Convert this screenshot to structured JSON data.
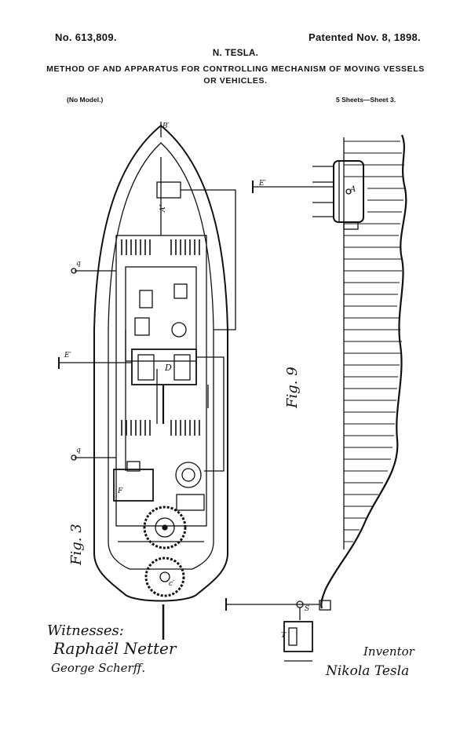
{
  "header": {
    "patent_number": "No. 613,809.",
    "patent_date": "Patented Nov. 8, 1898.",
    "inventor_name": "N. TESLA.",
    "title_line1": "METHOD OF AND APPARATUS FOR CONTROLLING MECHANISM OF MOVING VESSELS",
    "title_line2": "OR VEHICLES.",
    "model_note": "(No Model.)",
    "sheet_note": "5 Sheets—Sheet 3."
  },
  "figures": {
    "fig3_label": "Fig. 3",
    "fig9_label": "Fig. 9"
  },
  "footer": {
    "witnesses_label": "Witnesses:",
    "witness1_signature": "Raphaël Netter",
    "witness2_signature": "George Scherff.",
    "inventor_label": "Inventor",
    "inventor_signature": "Nikola Tesla"
  },
  "colors": {
    "ink": "#111111",
    "paper": "#ffffff"
  }
}
